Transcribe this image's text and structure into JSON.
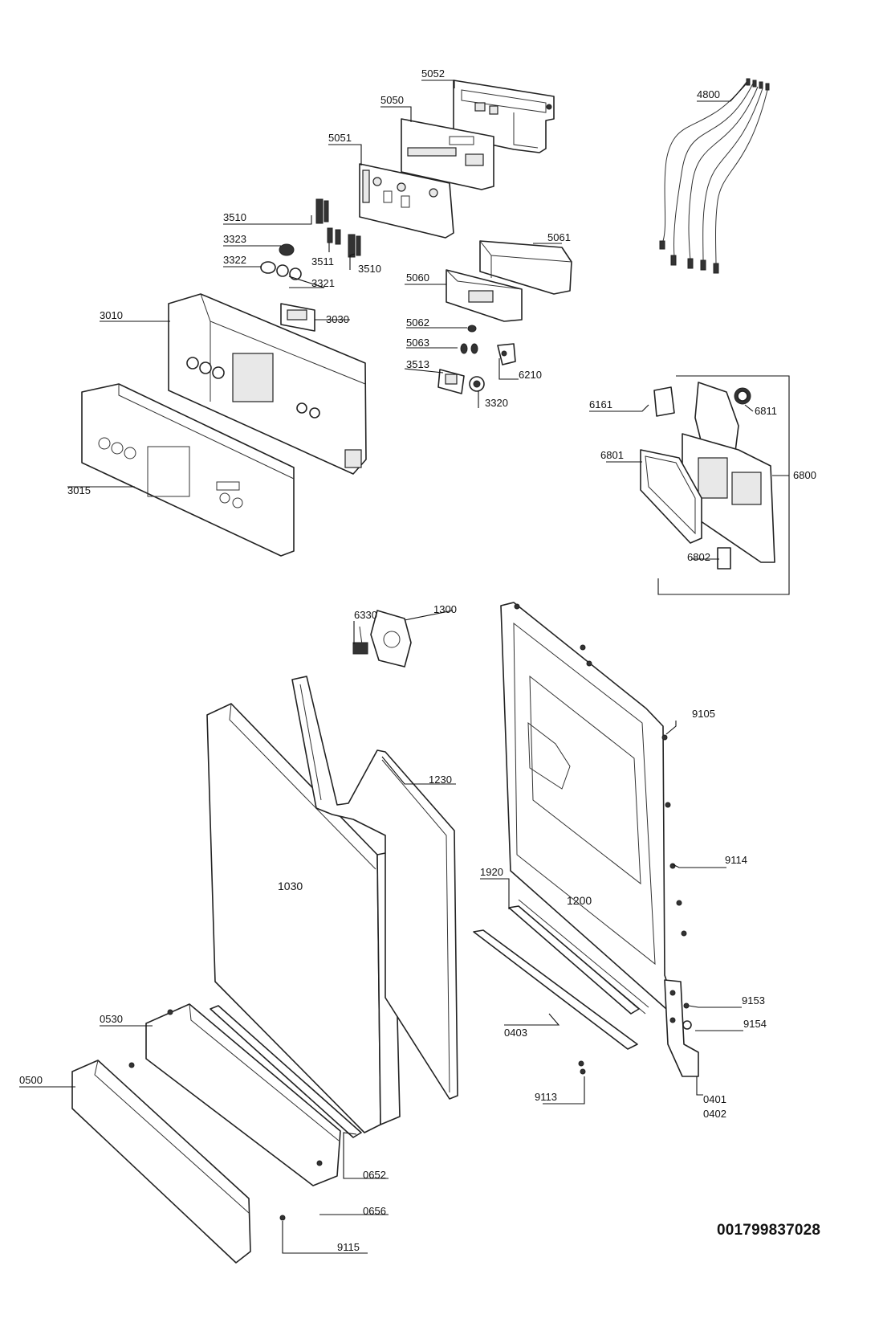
{
  "diagram": {
    "document_number": "001799837028",
    "part_labels": {
      "p5052": "5052",
      "p5050": "5050",
      "p5051": "5051",
      "p4800": "4800",
      "p3510a": "3510",
      "p3323": "3323",
      "p3322": "3322",
      "p3511": "3511",
      "p3510b": "3510",
      "p3321": "3321",
      "p5061": "5061",
      "p5060": "5060",
      "p3010": "3010",
      "p3030": "3030",
      "p5062": "5062",
      "p5063": "5063",
      "p3513": "3513",
      "p6210": "6210",
      "p3320": "3320",
      "p6161": "6161",
      "p6811": "6811",
      "p6801": "6801",
      "p6800": "6800",
      "p6802": "6802",
      "p3015": "3015",
      "p6330": "6330",
      "p1300": "1300",
      "p9105": "9105",
      "p1230": "1230",
      "p9114": "9114",
      "p1030": "1030",
      "p1920": "1920",
      "p1200": "1200",
      "p9153": "9153",
      "p0530": "0530",
      "p9154": "9154",
      "p0403": "0403",
      "p0500": "0500",
      "p9113": "9113",
      "p0401": "0401",
      "p0402": "0402",
      "p0652": "0652",
      "p0656": "0656",
      "p9115": "9115"
    }
  }
}
